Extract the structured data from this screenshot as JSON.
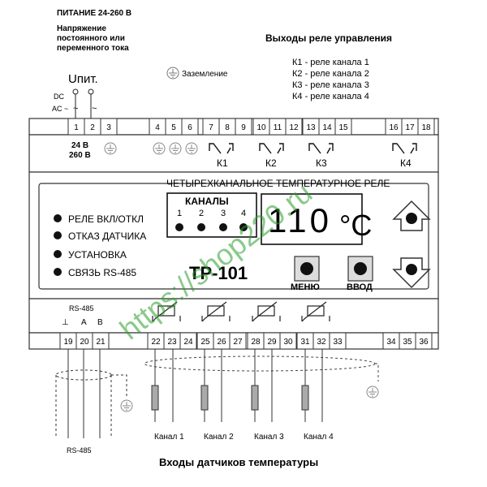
{
  "power": {
    "title": "ПИТАНИЕ 24-260 В",
    "line1": "Напряжение",
    "line2": "постоянного или",
    "line3": "переменного тока",
    "supply_label": "Uпит.",
    "dc": "DC",
    "ac": "AC ~",
    "tilde": "~",
    "v24": "24 В",
    "v260": "260 В"
  },
  "ground_label": "Заземление",
  "relay_outputs": {
    "title": "Выходы реле управления",
    "items": [
      "К1 - реле канала 1",
      "К2 - реле канала 2",
      "К3 - реле канала 3",
      "К4 - реле канала 4"
    ]
  },
  "terminals_top": [
    "1",
    "2",
    "3",
    "4",
    "5",
    "6",
    "7",
    "8",
    "9",
    "10",
    "11",
    "12",
    "13",
    "14",
    "15",
    "16",
    "17",
    "18"
  ],
  "terminals_bottom": [
    "19",
    "20",
    "21",
    "22",
    "23",
    "24",
    "25",
    "26",
    "27",
    "28",
    "29",
    "30",
    "31",
    "32",
    "33",
    "34",
    "35",
    "36"
  ],
  "relay_labels": [
    "К1",
    "К2",
    "К3",
    "К4"
  ],
  "device": {
    "title": "ЧЕТЫРЕХКАНАЛЬНОЕ ТЕМПЕРАТУРНОЕ РЕЛЕ",
    "indicators": [
      "РЕЛЕ ВКЛ/ОТКЛ",
      "ОТКАЗ ДАТЧИКА",
      "УСТАНОВКА",
      "СВЯЗЬ RS-485"
    ],
    "channels_title": "КАНАЛЫ",
    "channel_numbers": [
      "1",
      "2",
      "3",
      "4"
    ],
    "display_value": "110",
    "display_unit": "°C",
    "model": "ТР-101",
    "menu_label": "МЕНЮ",
    "enter_label": "ВВОД"
  },
  "rs485": {
    "title": "RS-485",
    "pins": [
      "⊥",
      "A",
      "B"
    ],
    "cable_label": "RS-485"
  },
  "sensor_channels": [
    "Канал 1",
    "Канал 2",
    "Канал 3",
    "Канал 4"
  ],
  "footer": "Входы датчиков температуры",
  "watermark": "https://shop220.ru"
}
